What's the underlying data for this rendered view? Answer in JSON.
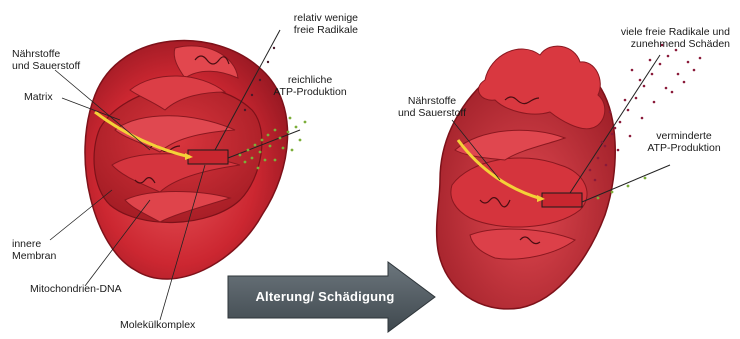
{
  "labels": {
    "left_free_radicals": "relativ wenige\nfreie Radikale",
    "left_atp": "reichliche\nATP-Produktion",
    "left_nutrients": "Nährstoffe\nund Sauerstoff",
    "left_matrix": "Matrix",
    "left_inner_membrane": "innere\nMembran",
    "left_mtdna": "Mitochondrien-DNA",
    "left_complex": "Molekülkomplex",
    "right_free_radicals": "viele freie Radikale und\nzunehmend Schäden",
    "right_nutrients": "Nährstoffe\nund Sauerstoff",
    "right_atp": "verminderte\nATP-Produktion"
  },
  "transition_arrow": {
    "label": "Alterung/ Schädigung"
  },
  "colors": {
    "membrane_dark": "#9e1a22",
    "membrane_mid": "#c8262f",
    "membrane_light": "#e14a50",
    "nutrient_flow": "#f4d238",
    "atp_particles": "#7cae3a",
    "radical_particles": "#8a1a3a",
    "arrow_fill": "#505b63"
  }
}
